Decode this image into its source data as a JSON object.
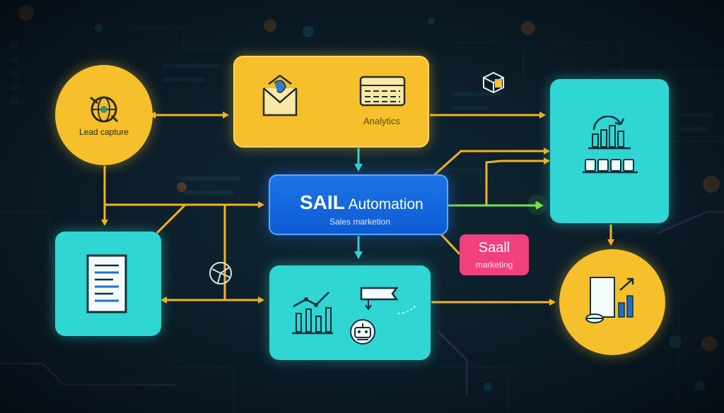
{
  "nodes": {
    "lead_capture": {
      "label": "Lead capture"
    },
    "analytics": {
      "label": "Analytics"
    },
    "sail_automation": {
      "title": "SAIL",
      "title_rest": " Automation",
      "subtitle": "Sales marketion"
    },
    "saall_marketing": {
      "title": "Saall",
      "subtitle": "marketing"
    }
  },
  "colors": {
    "background": "#0a1620",
    "yellow_node": "#f5c02b",
    "cyan_node": "#2fd6d3",
    "blue_node": "#0d5bd4",
    "pink_node": "#f0407e",
    "connector": "#f5b21f",
    "down_arrow": "#2fd6d3",
    "green_arrow": "#7be04a"
  },
  "icons": {
    "lead_capture": "globe-target-icon",
    "mail": "envelope-icon",
    "table": "table-icon",
    "cube": "cube-icon",
    "dashboard": "growth-chart-icon",
    "document": "document-icon",
    "network": "globe-network-icon",
    "chart": "line-bar-chart-icon",
    "flag": "flag-icon",
    "robot": "robot-icon",
    "report": "report-chart-icon"
  }
}
